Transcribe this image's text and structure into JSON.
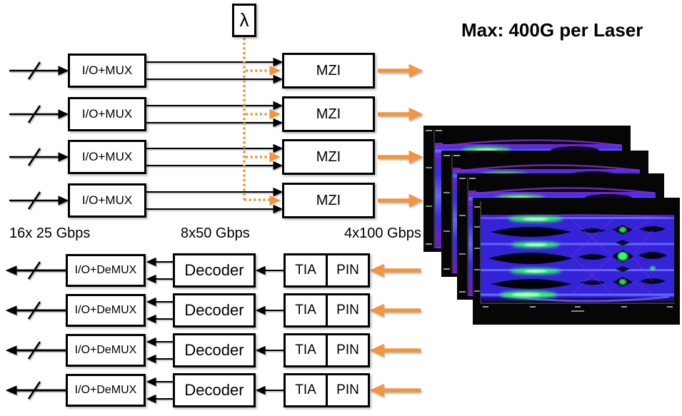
{
  "title": "Max: 400G per Laser",
  "laser_source": {
    "label": "λ"
  },
  "top_section": {
    "rows": [
      {
        "mux_label": "I/O+MUX",
        "mzi_label": "MZI"
      },
      {
        "mux_label": "I/O+MUX",
        "mzi_label": "MZI"
      },
      {
        "mux_label": "I/O+MUX",
        "mzi_label": "MZI"
      },
      {
        "mux_label": "I/O+MUX",
        "mzi_label": "MZI"
      }
    ]
  },
  "rate_labels": {
    "input": "16x 25 Gbps",
    "intermediate": "8x50 Gbps",
    "output": "4x100 Gbps"
  },
  "bottom_section": {
    "rows": [
      {
        "demux_label": "I/O+DeMUX",
        "decoder_label": "Decoder",
        "tia_label": "TIA",
        "pin_label": "PIN"
      },
      {
        "demux_label": "I/O+DeMUX",
        "decoder_label": "Decoder",
        "tia_label": "TIA",
        "pin_label": "PIN"
      },
      {
        "demux_label": "I/O+DeMUX",
        "decoder_label": "Decoder",
        "tia_label": "TIA",
        "pin_label": "PIN"
      },
      {
        "demux_label": "I/O+DeMUX",
        "decoder_label": "Decoder",
        "tia_label": "TIA",
        "pin_label": "PIN"
      }
    ]
  },
  "eye_diagram_stack": {
    "count": 4
  },
  "colors": {
    "accent_orange": "#F2953F",
    "diagram_black": "#000000"
  }
}
